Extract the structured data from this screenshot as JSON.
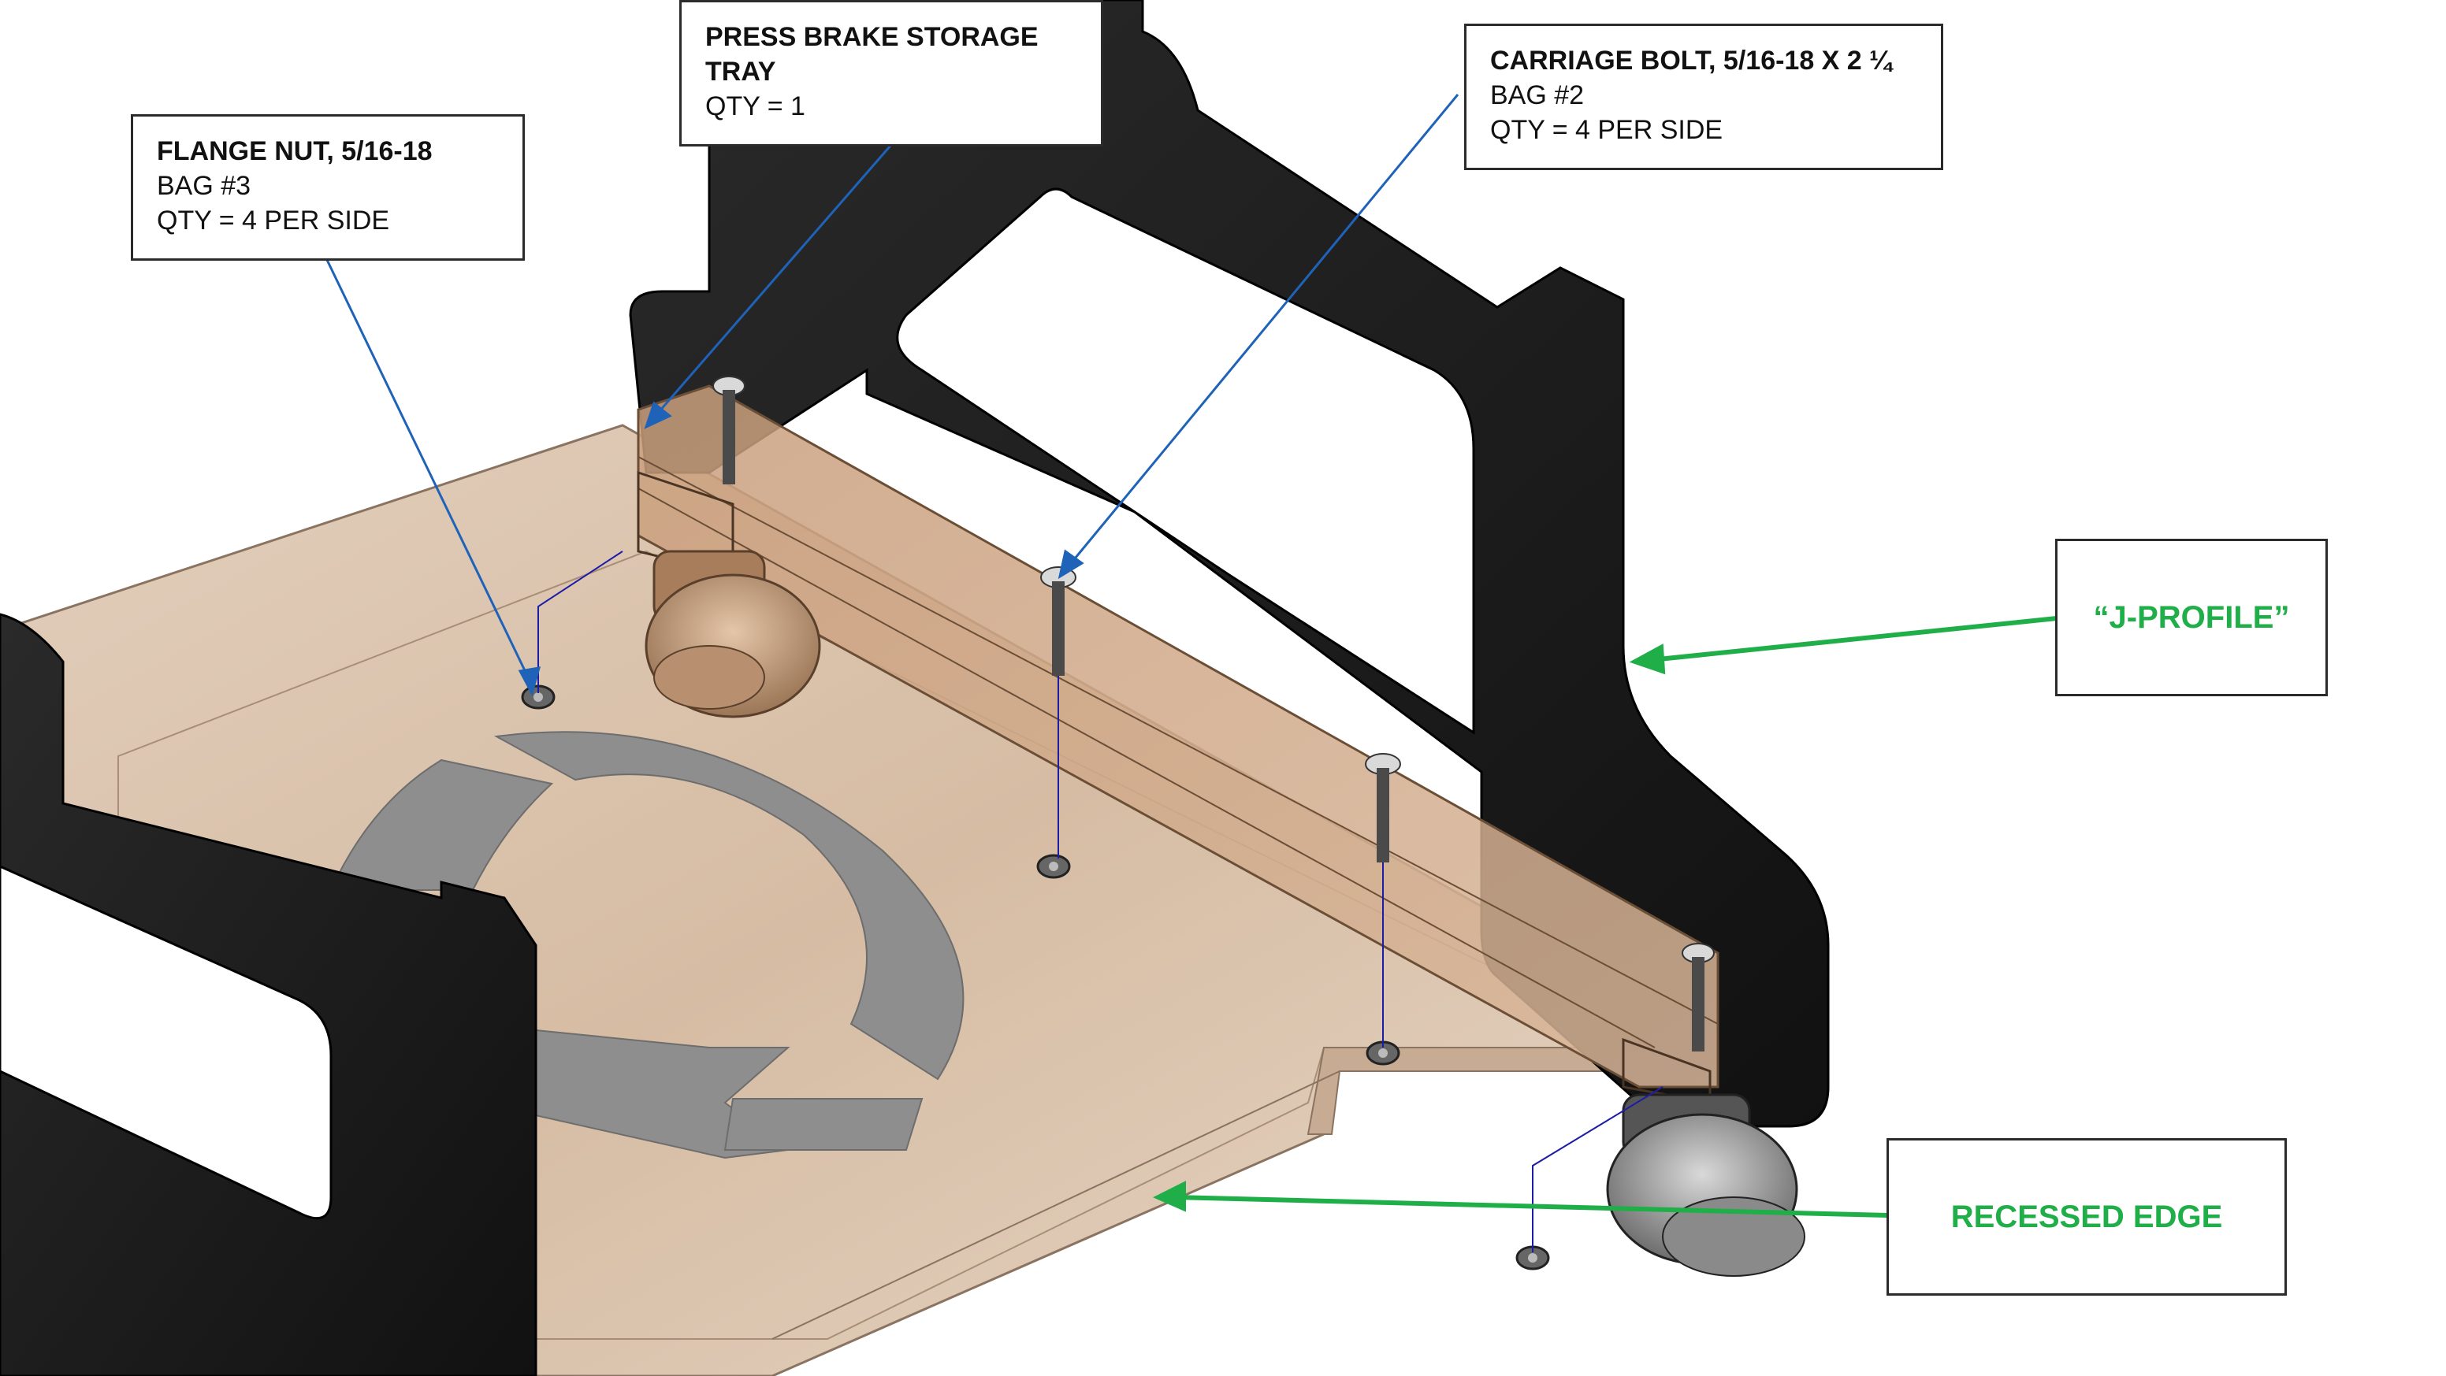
{
  "callouts": {
    "flange_nut": {
      "title": "FLANGE NUT, 5/16-18",
      "line1": "BAG #3",
      "line2": "QTY = 4 PER SIDE"
    },
    "storage_tray": {
      "title_line1": "PRESS BRAKE STORAGE",
      "title_line2": "TRAY",
      "line1": "QTY = 1"
    },
    "carriage_bolt": {
      "title": "CARRIAGE BOLT, 5/16-18 X 2 ¼",
      "line1": "BAG #2",
      "line2": "QTY = 4 PER SIDE"
    }
  },
  "labels": {
    "j_profile": "“J-PROFILE”",
    "recessed_edge": "RECESSED EDGE"
  },
  "colors": {
    "leader_blue": "#1f63b8",
    "accent_green": "#1fae48",
    "frame_black": "#1c1c1c",
    "wood_light": "#d9c3ad",
    "wood_dark": "#c49a78",
    "logo_gray": "#8e8e8e"
  }
}
